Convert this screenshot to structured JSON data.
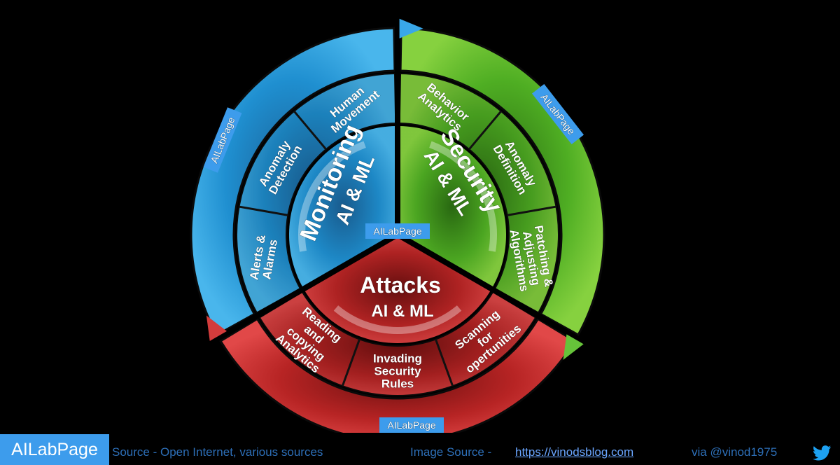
{
  "center": {
    "title": "Monitoring AI & ML"
  },
  "sectors": {
    "monitoring": {
      "title": "Monitoring",
      "subtitle": "AI & ML",
      "color": "#1f8fd0",
      "items": [
        "Human Movement",
        "Anomaly Detection",
        "Alerts & Alarms"
      ]
    },
    "security": {
      "title": "Security",
      "subtitle": "AI & ML",
      "color": "#5bb92b",
      "items": [
        "Behavior Analytics",
        "Anomaly Definition",
        "Patching & Adjusting Algorithms"
      ]
    },
    "attacks": {
      "title": "Attacks",
      "subtitle": "AI & ML",
      "color": "#c42a2a",
      "items": [
        "Reading and copying Analytics",
        "Invading Security Rules",
        "Scanning for opertunities"
      ]
    }
  },
  "badges": {
    "left": "AILabPage",
    "right": "AILabPage",
    "center": "AILabPage",
    "bottom": "AILabPage"
  },
  "footer": {
    "brand": "AILabPage",
    "source": "Source -  Open Internet, various sources",
    "image_source_label": "Image Source - ",
    "image_source_link": "https://vinodsblog.com",
    "via": "via   @vinod1975",
    "twitter_icon": "twitter-bird-icon"
  }
}
